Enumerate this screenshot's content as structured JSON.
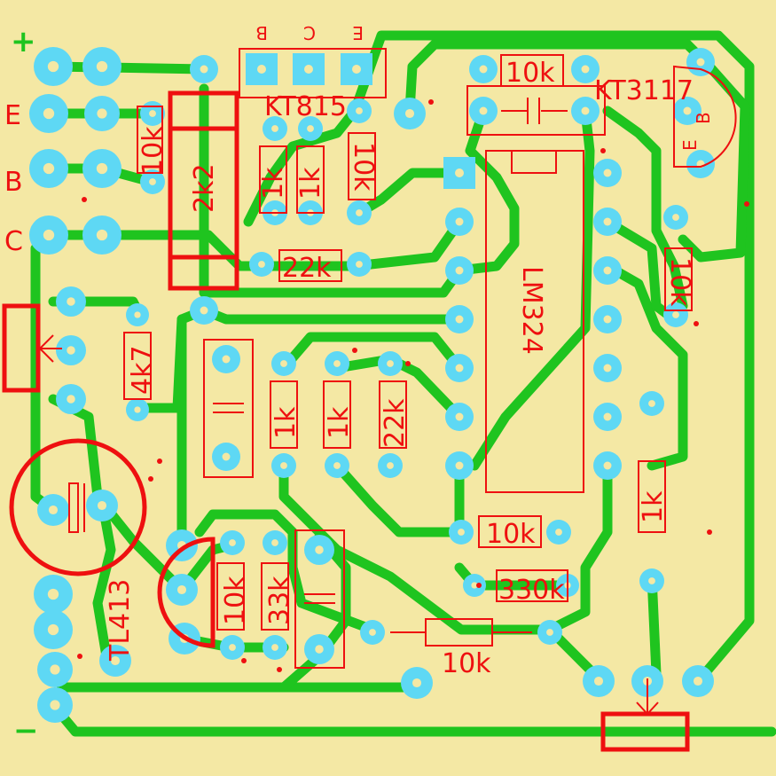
{
  "board": {
    "colors": {
      "background": "#f4e8a4",
      "trace": "#1fc41f",
      "pad": "#5ed8f4",
      "silkscreen": "#ee1010"
    },
    "connector_labels": {
      "plus": "+",
      "e": "E",
      "b": "B",
      "c": "C",
      "minus": "−"
    },
    "transistor_pins": {
      "b": "B",
      "c": "C",
      "e": "E"
    },
    "kt3117_pins": {
      "e": "E",
      "b": "B"
    },
    "components": {
      "r_2k2": "2k2",
      "q_kt815": "KT815",
      "q_kt3117": "KT3117",
      "r_top_10k": "10k",
      "r_left_10k": "10k",
      "r_1k_a": "1k",
      "r_1k_b": "1k",
      "r_10k_c": "10k",
      "r_22k_top": "22k",
      "ic_lm324": "LM324",
      "r_10k_right": "10k",
      "r_4k7": "4k7",
      "r_1k_mid_a": "1k",
      "r_1k_mid_b": "1k",
      "r_22k_mid": "22k",
      "r_10k_lower": "10k",
      "r_330k": "330k",
      "r_1k_right": "1k",
      "r_10k_bottom": "10k",
      "r_33k": "33k",
      "r_10k_tl": "10k",
      "ic_tl413": "TL413"
    }
  }
}
